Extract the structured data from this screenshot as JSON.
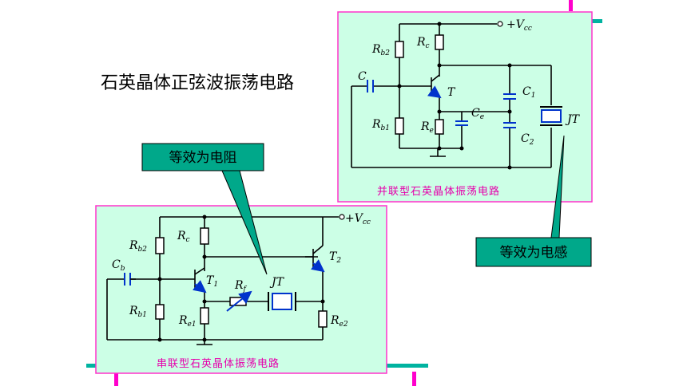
{
  "title": "石英晶体正弦波振荡电路",
  "parallel": {
    "caption": "并联型石英晶体振荡电路",
    "vcc": "+V",
    "vcc_sub": "cc",
    "rb2": "R",
    "rb2_sub": "b2",
    "rc": "R",
    "rc_sub": "c",
    "c": "C",
    "rb1": "R",
    "rb1_sub": "b1",
    "re": "R",
    "re_sub": "e",
    "ce": "C",
    "ce_sub": "e",
    "t": "T",
    "c1": "C",
    "c1_sub": "1",
    "c2": "C",
    "c2_sub": "2",
    "jt": "JT"
  },
  "series": {
    "caption": "串联型石英晶体振荡电路",
    "vcc": "+V",
    "vcc_sub": "cc",
    "rb2": "R",
    "rb2_sub": "b2",
    "rc": "R",
    "rc_sub": "c",
    "cb": "C",
    "cb_sub": "b",
    "rb1": "R",
    "rb1_sub": "b1",
    "re1": "R",
    "re1_sub": "e1",
    "t1": "T",
    "t1_sub": "1",
    "t2": "T",
    "t2_sub": "2",
    "rf": "R",
    "rf_sub": "f",
    "jt": "JT",
    "re2": "R",
    "re2_sub": "e2"
  },
  "callouts": {
    "resistor": "等效为电阻",
    "inductor": "等效为电感"
  },
  "colors": {
    "panel_fill": "#ccffe6",
    "panel_border": "#ff33cc",
    "callout_fill": "#00a88a",
    "caption_text": "#e600ac",
    "accent_magenta": "#ff00cc",
    "accent_teal": "#00b3a0"
  }
}
